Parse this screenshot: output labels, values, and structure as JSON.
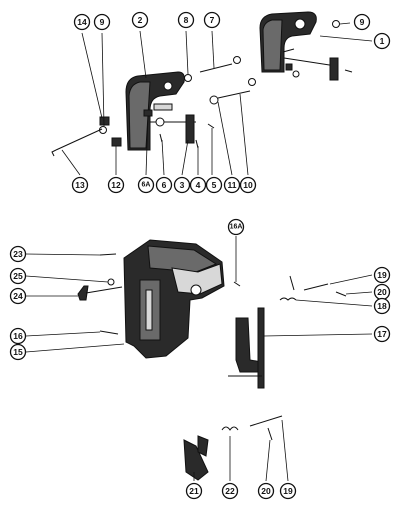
{
  "callouts": {
    "c14": "14",
    "c9a": "9",
    "c2": "2",
    "c8": "8",
    "c7": "7",
    "c9b": "9",
    "c1": "1",
    "c13": "13",
    "c12": "12",
    "c6a": "6A",
    "c6": "6",
    "c3": "3",
    "c4": "4",
    "c5": "5",
    "c11": "11",
    "c10": "10",
    "c23": "23",
    "c25": "25",
    "c24": "24",
    "c16": "16",
    "c15": "15",
    "c16a": "16A",
    "c19a": "19",
    "c20a": "20",
    "c18": "18",
    "c17": "17",
    "c21": "21",
    "c22": "22",
    "c20b": "20",
    "c19b": "19"
  }
}
